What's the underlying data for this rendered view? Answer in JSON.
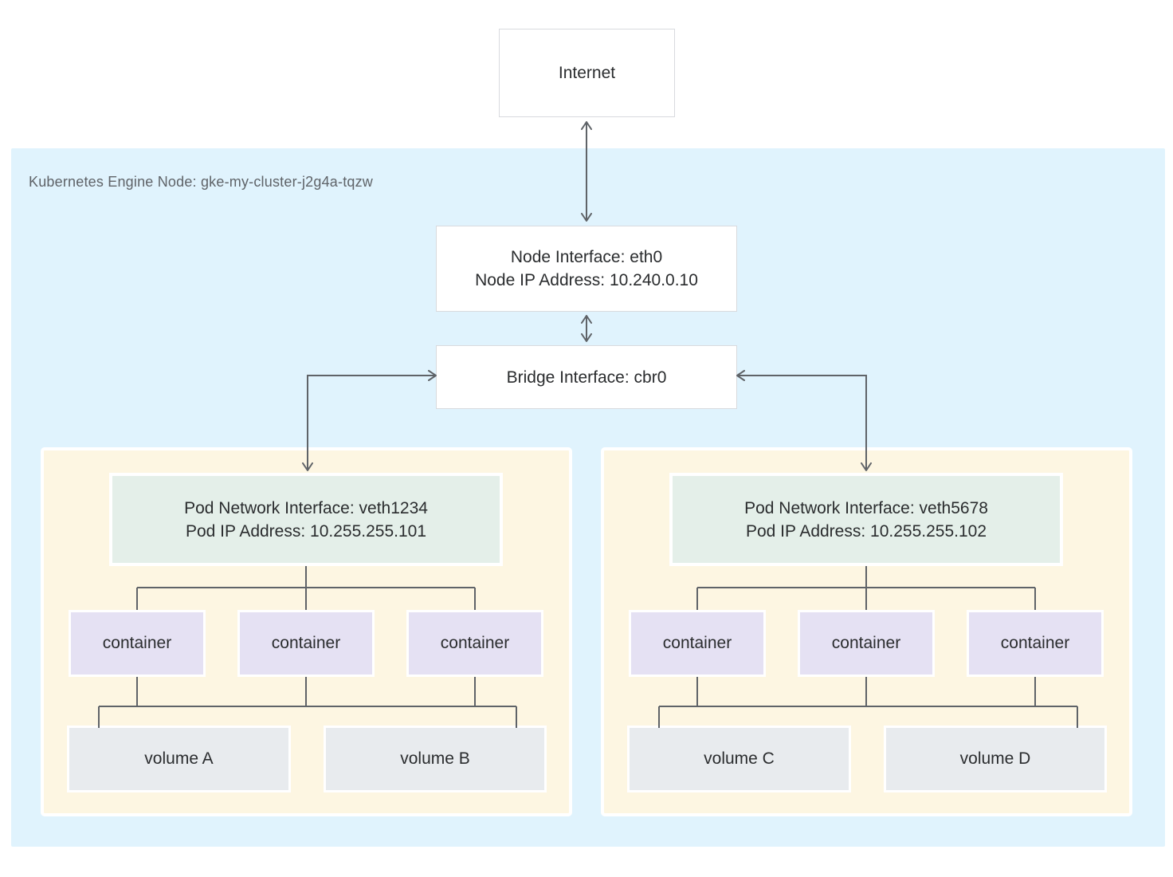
{
  "diagram": {
    "internet_label": "Internet",
    "node_region": {
      "label": "Kubernetes Engine Node: gke-my-cluster-j2g4a-tqzw",
      "node_interface": {
        "line1": "Node Interface: eth0",
        "line2": "Node IP Address: 10.240.0.10"
      },
      "bridge_label": "Bridge Interface: cbr0"
    },
    "pods": [
      {
        "interface": {
          "line1": "Pod Network Interface: veth1234",
          "line2": "Pod IP Address: 10.255.255.101"
        },
        "containers": [
          "container",
          "container",
          "container"
        ],
        "volumes": [
          "volume A",
          "volume B"
        ]
      },
      {
        "interface": {
          "line1": "Pod Network Interface: veth5678",
          "line2": "Pod IP Address: 10.255.255.102"
        },
        "containers": [
          "container",
          "container",
          "container"
        ],
        "volumes": [
          "volume C",
          "volume D"
        ]
      }
    ],
    "colors": {
      "node_region_bg": "#e0f3fd",
      "pod_panel_bg": "#fdf6e2",
      "pod_interface_bg": "#e4efe9",
      "container_bg": "#e5e1f3",
      "volume_bg": "#e8ebee",
      "white_box_border": "#d8dade",
      "connector": "#5f6368",
      "text": "#2a2c2e",
      "region_label_text": "#5f6368"
    }
  }
}
